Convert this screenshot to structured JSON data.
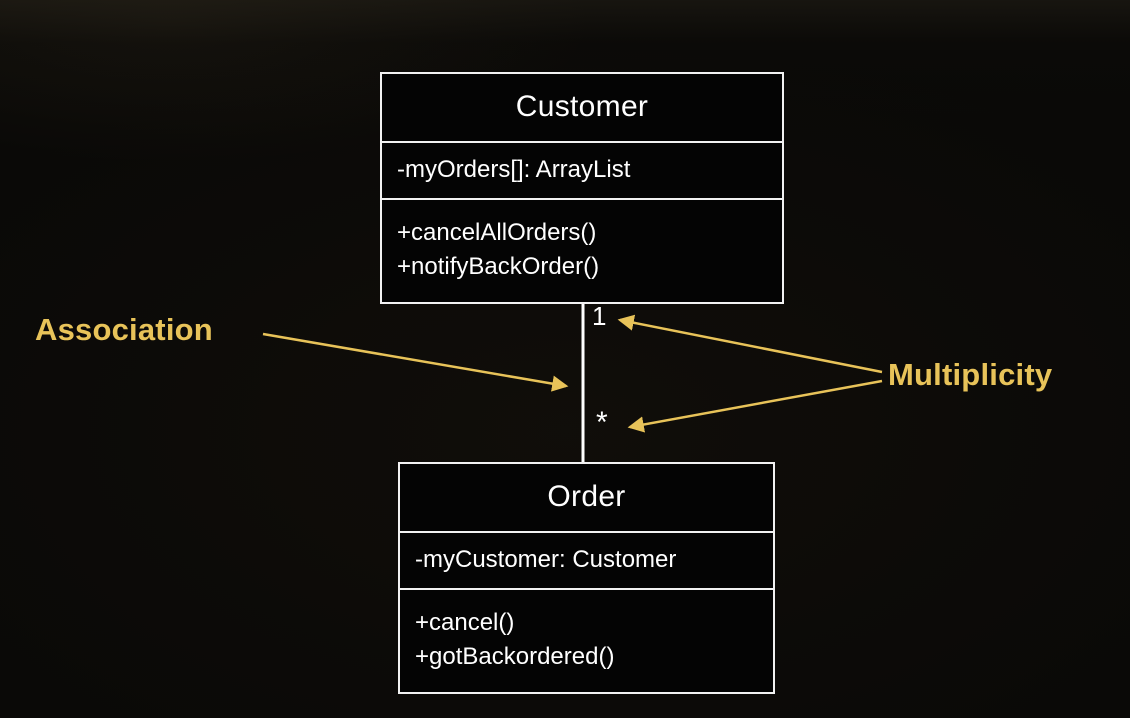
{
  "diagram": {
    "customer_class": {
      "name": "Customer",
      "attributes": [
        "-myOrders[]: ArrayList"
      ],
      "methods": [
        "+cancelAllOrders()",
        "+notifyBackOrder()"
      ]
    },
    "order_class": {
      "name": "Order",
      "attributes": [
        "-myCustomer: Customer"
      ],
      "methods": [
        "+cancel()",
        "+gotBackordered()"
      ]
    },
    "association": {
      "multiplicity_top": "1",
      "multiplicity_bottom": "*"
    },
    "annotations": {
      "association_label": "Association",
      "multiplicity_label": "Multiplicity"
    },
    "colors": {
      "annotation": "#e8c359",
      "box_border": "#f2f2f2",
      "text": "#ffffff",
      "background": "#0a0907"
    }
  }
}
